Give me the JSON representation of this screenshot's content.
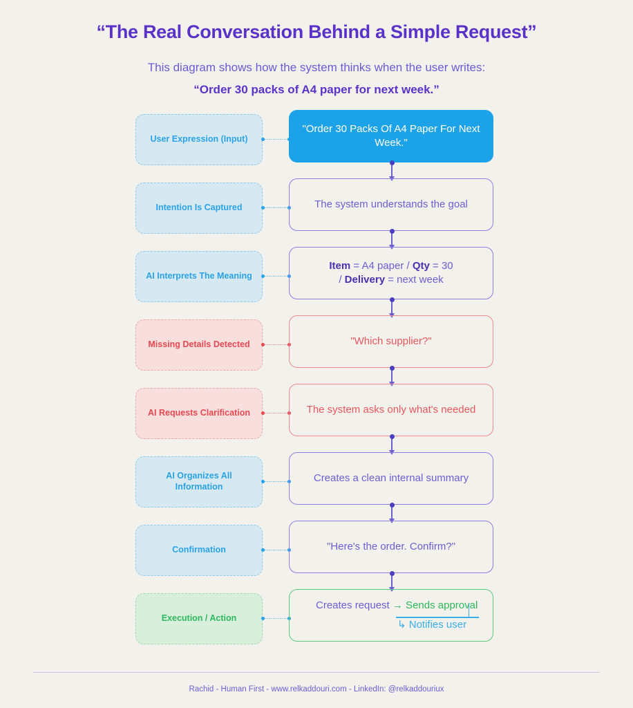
{
  "header": {
    "title": "“The Real Conversation Behind a Simple Request”",
    "subtitle_line1": "This diagram shows how the system thinks when the user writes:",
    "subtitle_line2": "“Order 30 packs of A4 paper for next week.”"
  },
  "colors": {
    "background": "#F2F1EC",
    "title_purple": "#5B32C8",
    "node_purple": "#6B5FD4",
    "accent_blue": "#1CA2E8",
    "chip_blue_text": "#29A3E8",
    "accent_red": "#E8575C",
    "accent_green": "#2EB85C"
  },
  "diagram": {
    "rows": [
      {
        "chip_label": "User Expression (Input)",
        "chip_style": "blue",
        "node_text": "\"Order 30 Packs Of A4 Paper For Next Week.\"",
        "node_style": "primary"
      },
      {
        "chip_label": "Intention Is Captured",
        "chip_style": "blue",
        "node_text": "The system understands the goal",
        "node_style": "purple"
      },
      {
        "chip_label": "AI Interprets The Meaning",
        "chip_style": "blue",
        "node_style": "purple",
        "node_parts": {
          "item_label": "Item",
          "item_value": " = A4 paper / ",
          "qty_label": "Qty",
          "qty_value": " = 30",
          "delivery_prefix": "/ ",
          "delivery_label": "Delivery",
          "delivery_value": " = next week"
        }
      },
      {
        "chip_label": "Missing Details Detected",
        "chip_style": "red",
        "node_text": "\"Which supplier?\"",
        "node_style": "red"
      },
      {
        "chip_label": "AI Requests Clarification",
        "chip_style": "red",
        "node_text": "The system asks only what's needed",
        "node_style": "red"
      },
      {
        "chip_label": "AI Organizes All Information",
        "chip_style": "blue",
        "node_text": "Creates a clean internal summary",
        "node_style": "purple"
      },
      {
        "chip_label": "Confirmation",
        "chip_style": "blue",
        "node_text": "\"Here's the order. Confirm?\"",
        "node_style": "purple"
      },
      {
        "chip_label": "Execution / Action",
        "chip_style": "green",
        "node_style": "green",
        "exec": {
          "part1": "Creates request ",
          "part2": "→ Sends approval",
          "part3": "↳ Notifies user"
        }
      }
    ]
  },
  "footer": {
    "credit": "Rachid - Human First - www.relkaddouri.com -  LinkedIn: @relkaddouriux"
  }
}
